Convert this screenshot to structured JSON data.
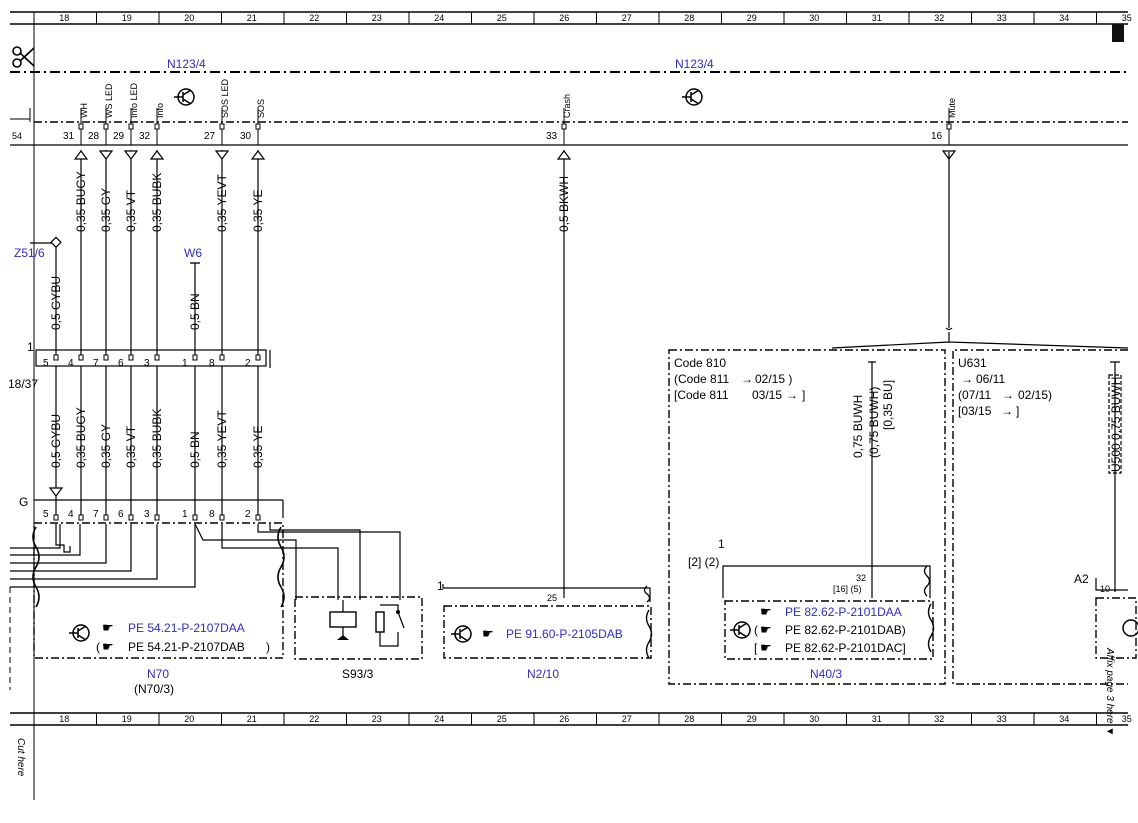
{
  "ruler": {
    "columns": [
      "18",
      "19",
      "20",
      "21",
      "22",
      "23",
      "24",
      "25",
      "26",
      "27",
      "28",
      "29",
      "30",
      "31",
      "32",
      "33",
      "34",
      "35"
    ]
  },
  "edge_notes": {
    "cut_here": "Cut here",
    "affix_here": "Affix page 3 here ▼"
  },
  "module": {
    "label_left": "N123/4",
    "label_right": "N123/4",
    "row_number": "54",
    "pins": [
      {
        "signal": "WH",
        "pin": "31"
      },
      {
        "signal": "WS LED",
        "pin": "28"
      },
      {
        "signal": "Info LED",
        "pin": "29"
      },
      {
        "signal": "Info",
        "pin": "32"
      },
      {
        "signal": "SOS LED",
        "pin": "27"
      },
      {
        "signal": "SOS",
        "pin": "30"
      },
      {
        "signal": "Crash",
        "pin": "33"
      },
      {
        "signal": "Mute",
        "pin": "16"
      }
    ]
  },
  "wires_upper": [
    "0,35 BUGY",
    "0,35 GY",
    "0,35 VT",
    "0,35 BUBK",
    "0,35 YEVT",
    "0,35 YE",
    "0,5 BKWH"
  ],
  "splice": {
    "label": "Z51/6",
    "wire": "0,5 GYBU"
  },
  "ground": {
    "label": "W6",
    "wire": "0,5 BN"
  },
  "connector": {
    "label": "18/37",
    "index": "1",
    "pins": [
      "5",
      "4",
      "7",
      "6",
      "3",
      "1",
      "8",
      "2"
    ]
  },
  "wires_lower": [
    "0,5 GYBU",
    "0,35 BUGY",
    "0,35 GY",
    "0,35 VT",
    "0,35 BUBK",
    "0,5 BN",
    "0,35 YEVT",
    "0,35 YE"
  ],
  "n70": {
    "conn_label": "G",
    "pins": [
      "5",
      "4",
      "7",
      "6",
      "3",
      "1",
      "8",
      "2"
    ],
    "ref1": "PE 54.21-P-2107DAA",
    "ref2": "PE 54.21-P-2107DAB",
    "name": "N70",
    "alt_name": "(N70/3)"
  },
  "s93": {
    "name": "S93/3"
  },
  "n2": {
    "index": "1",
    "pin": "25",
    "ref": "PE 91.60-P-2105DAB",
    "name": "N2/10"
  },
  "code810": {
    "title": "Code 810",
    "line1": "(Code 811",
    "line1_end": "02/15 )",
    "line2": "[Code 811",
    "line2_mid": "03/15",
    "line2_end": "]",
    "w1": "0,75 BUWH",
    "w2": "(0,75 BUWH)",
    "w3": "[0,35 BU]",
    "index": "1",
    "alt": "[2] (2)",
    "pin": "32",
    "pin_alt": "[16]  (5)",
    "ref1": "PE 82.62-P-2101DAA",
    "ref2": "PE 82.62-P-2101DAB)",
    "ref3": "PE 82.62-P-2101DAC]",
    "name": "N40/3"
  },
  "u631": {
    "title": "U631",
    "line1": "06/11",
    "line2_a": "(07/11",
    "line2_b": "02/15)",
    "line3_a": "[03/15",
    "line3_b": "]",
    "wire": "U500 0,75 BUWH",
    "conn": "A2",
    "pin": "10"
  },
  "icons": {
    "cut": "scissors-icon",
    "transistor": "transistor-icon",
    "reference": "pointing-hand-icon"
  }
}
